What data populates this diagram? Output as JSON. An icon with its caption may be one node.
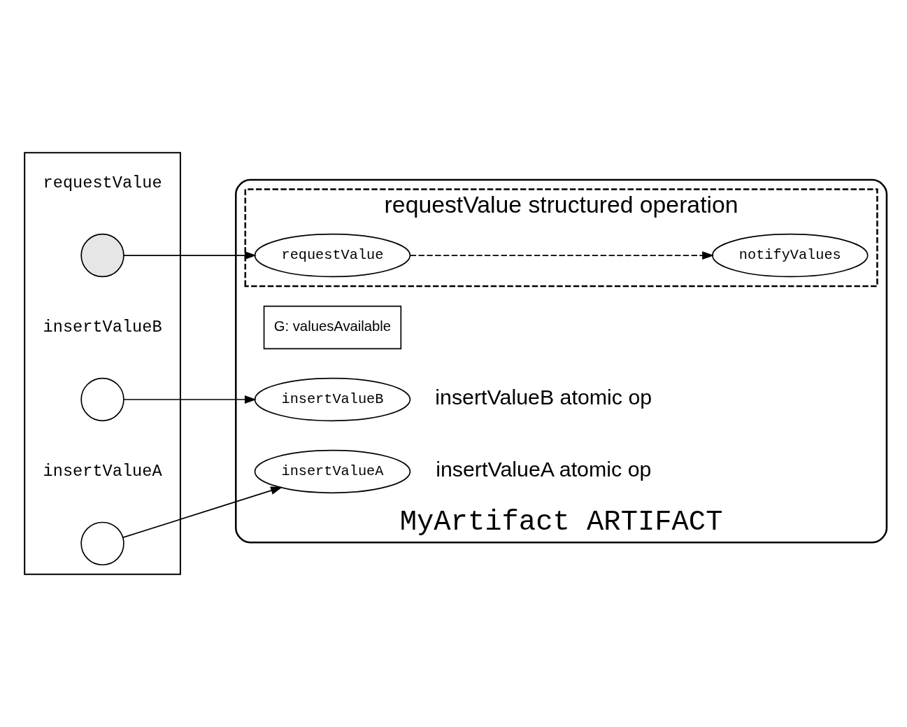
{
  "diagram": {
    "nodes": [
      {
        "text": [
          "MyArtifact ARTIFACT"
        ]
      },
      {
        "text": [],
        "shape": "box"
      },
      {
        "text": [],
        "shape": "circle",
        "in": 1,
        "beside": [
          "requestValue"
        ]
      },
      {
        "text": [],
        "shape": "circle",
        "in": 1,
        "beside": [
          "insertValueA"
        ]
      },
      {
        "text": [],
        "shape": "circle",
        "in": 1,
        "beside": [
          "insertValueB"
        ]
      },
      {
        "text": [
          "requestValue structured operation"
        ],
        "in": 0
      },
      {
        "text": [
          "requestValue"
        ],
        "in": 5
      },
      {
        "text": [
          "notifyValues"
        ],
        "in": 5
      },
      {
        "text": [
          "G: valuesAvailable"
        ],
        "in": 0
      },
      {
        "text": [
          "insertValueA"
        ],
        "in": 0,
        "beside": [
          "insertValueA atomic op"
        ]
      },
      {
        "text": [
          "insertValueB"
        ],
        "in": 0,
        "beside": [
          "insertValueB atomic op"
        ]
      }
    ],
    "edges": [
      {
        "from": 2,
        "to": 6,
        "arrow": "to"
      },
      {
        "from": 6,
        "to": 7,
        "arrow": "to",
        "style": "dashed"
      },
      {
        "from": 3,
        "to": 9,
        "arrow": "to"
      },
      {
        "from": 4,
        "to": 10,
        "arrow": "to"
      }
    ]
  }
}
